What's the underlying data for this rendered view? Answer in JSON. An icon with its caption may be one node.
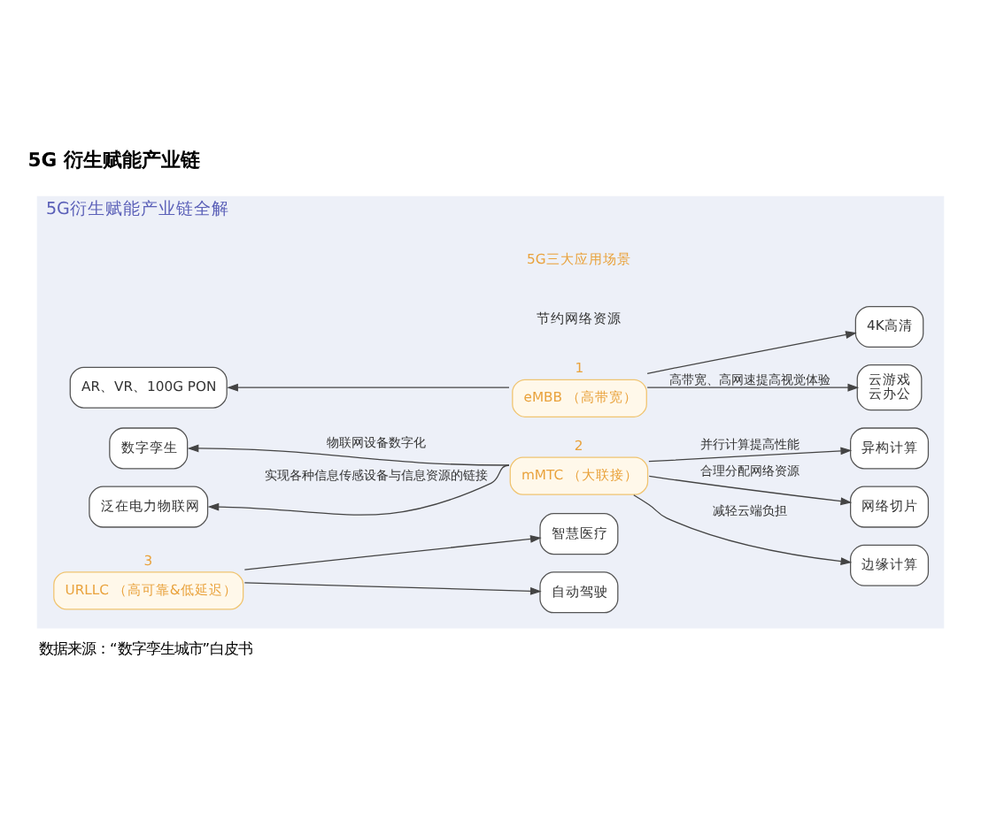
{
  "diagram": {
    "title": "5G 衍生赋能产业链",
    "caption": "数据来源：“数字孪生城市”白皮书",
    "nodes": [
      {
        "text": [
          "5G衍生赋能产业链全解"
        ]
      },
      {
        "text": [
          "eMBB （高带宽）"
        ],
        "beside": [
          "1"
        ],
        "in": 0
      },
      {
        "text": [
          "云游戏",
          "云办公"
        ],
        "in": 0
      },
      {
        "text": [
          "4K高清"
        ],
        "in": 0
      },
      {
        "text": [
          "AR、VR、100G PON"
        ],
        "in": 0
      },
      {
        "text": [
          "mMTC （大联接）"
        ],
        "beside": [
          "2"
        ],
        "in": 0
      },
      {
        "text": [
          "数字孪生"
        ],
        "in": 0
      },
      {
        "text": [
          "泛在电力物联网"
        ],
        "in": 0
      },
      {
        "text": [
          "边缘计算"
        ],
        "in": 0
      },
      {
        "text": [
          "网络切片"
        ],
        "in": 0
      },
      {
        "text": [
          "异构计算"
        ],
        "in": 0
      },
      {
        "text": [
          "URLLC （高可靠&低延迟）"
        ],
        "beside": [
          "3"
        ],
        "in": 0
      },
      {
        "text": [
          "自动驾驶"
        ],
        "in": 0
      },
      {
        "text": [
          "智慧医疗"
        ],
        "in": 0
      }
    ],
    "edges": [
      {
        "from": 1,
        "to": 2,
        "arrow": "to",
        "label": "高带宽、高网速提高视觉体验"
      },
      {
        "from": 1,
        "to": 3,
        "arrow": "to"
      },
      {
        "from": 1,
        "to": 4,
        "arrow": "to"
      },
      {
        "from": 5,
        "to": 6,
        "arrow": "to",
        "label": "物联网设备数字化"
      },
      {
        "from": 5,
        "to": 7,
        "arrow": "to",
        "label": "实现各种信息传感设备与信息资源的链接"
      },
      {
        "from": 5,
        "to": 8,
        "arrow": "to",
        "label": "减轻云端负担"
      },
      {
        "from": 5,
        "to": 9,
        "arrow": "to",
        "label": "合理分配网络资源"
      },
      {
        "from": 5,
        "to": 10,
        "arrow": "to",
        "label": "并行计算提高性能"
      },
      {
        "from": 11,
        "to": 12,
        "arrow": "to"
      },
      {
        "from": 11,
        "to": 13,
        "arrow": "to"
      }
    ],
    "labels": [
      "5G三大应用场景",
      "节约网络资源"
    ]
  }
}
